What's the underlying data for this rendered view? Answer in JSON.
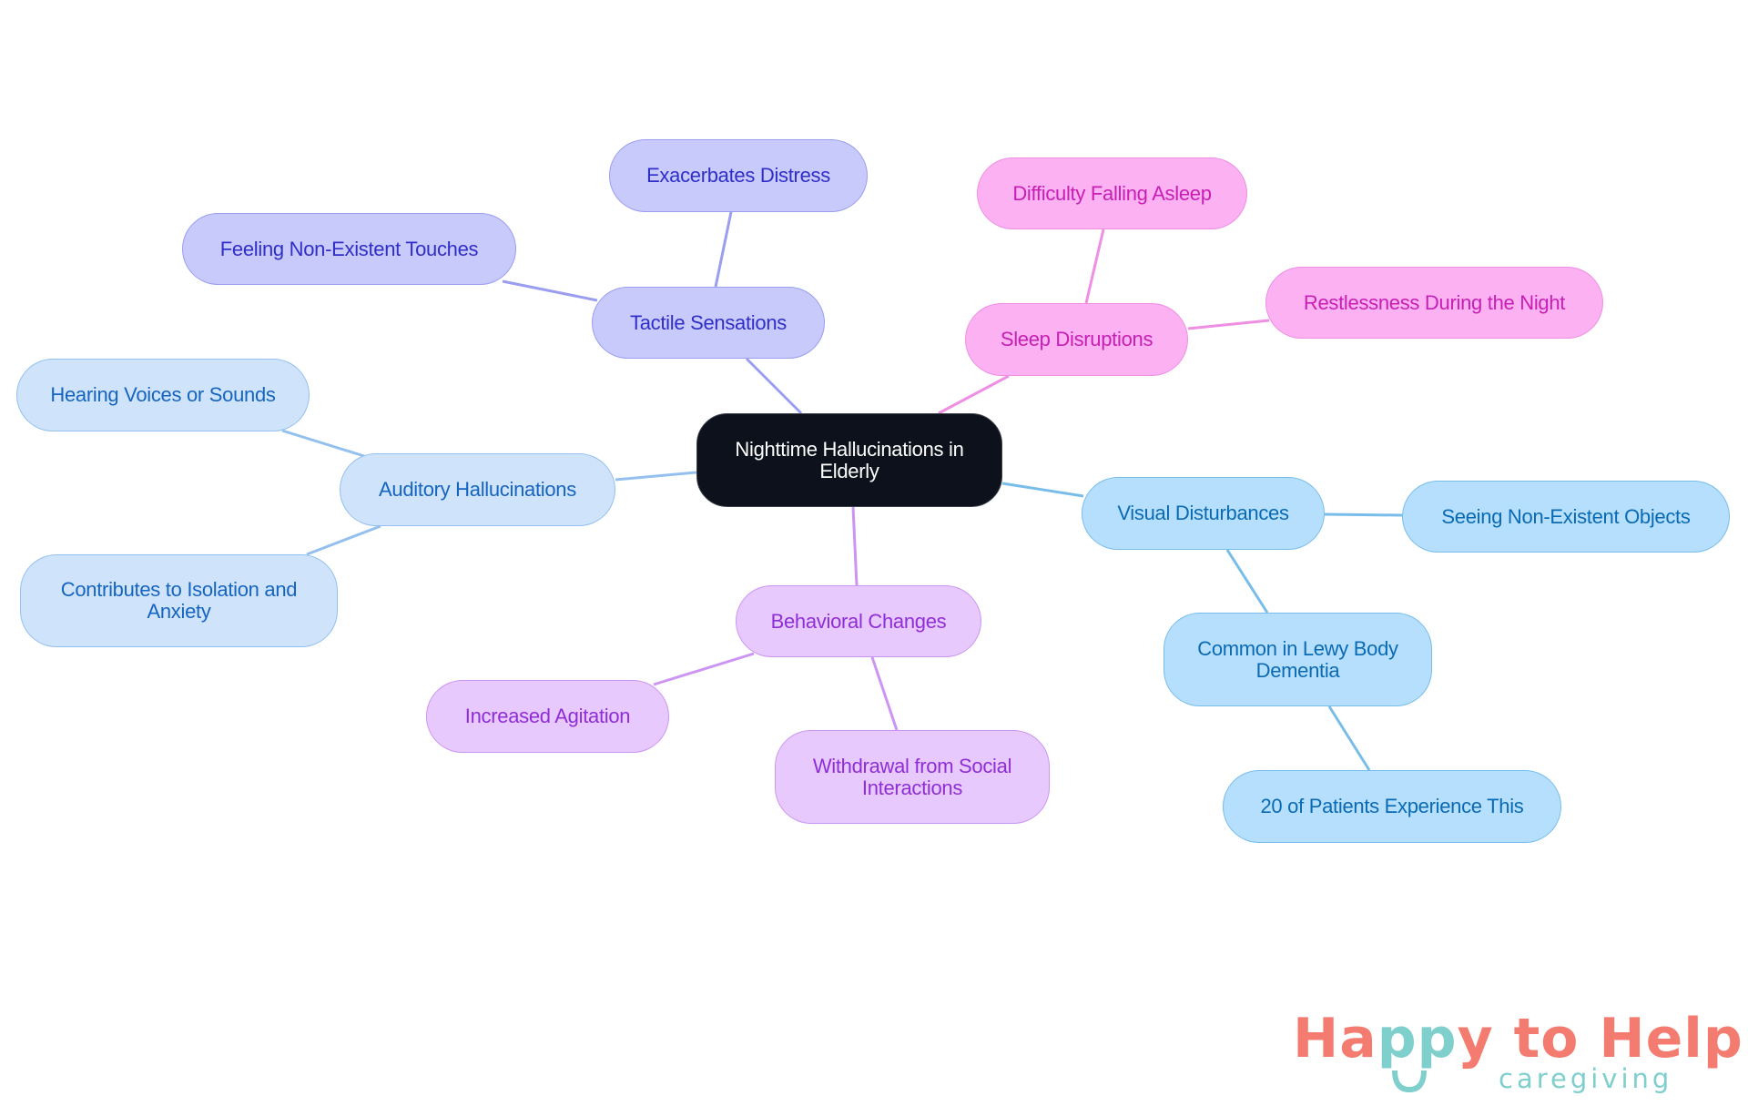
{
  "diagram": {
    "type": "mindmap",
    "root": {
      "label": "Nighttime Hallucinations in Elderly"
    },
    "branches": [
      {
        "id": "tactile",
        "label": "Tactile Sensations",
        "color": "#c8cafc",
        "text_color": "#2f2fc8",
        "children": [
          "Exacerbates Distress",
          "Feeling Non-Existent Touches"
        ]
      },
      {
        "id": "sleep",
        "label": "Sleep Disruptions",
        "color": "#fbb1f2",
        "text_color": "#c71fb4",
        "children": [
          "Difficulty Falling Asleep",
          "Restlessness During the Night"
        ]
      },
      {
        "id": "auditory",
        "label": "Auditory Hallucinations",
        "color": "#cfe3fb",
        "text_color": "#1565c0",
        "children": [
          "Hearing Voices or Sounds",
          "Contributes to Isolation and Anxiety"
        ]
      },
      {
        "id": "behavioral",
        "label": "Behavioral Changes",
        "color": "#e8c9fd",
        "text_color": "#8e2ed6",
        "children": [
          "Increased Agitation",
          "Withdrawal from Social Interactions"
        ]
      },
      {
        "id": "visual",
        "label": "Visual Disturbances",
        "color": "#b5dffd",
        "text_color": "#0a6ab3",
        "children": [
          "Seeing Non-Existent Objects",
          "Common in Lewy Body Dementia"
        ],
        "grandchildren": {
          "Common in Lewy Body Dementia": [
            "20 of Patients Experience This"
          ]
        }
      }
    ]
  },
  "nodes": {
    "root_l1": "Nighttime Hallucinations in",
    "root_l2": "Elderly",
    "tactile": "Tactile Sensations",
    "exacerbates": "Exacerbates Distress",
    "feeling": "Feeling Non-Existent Touches",
    "sleep": "Sleep Disruptions",
    "difficulty": "Difficulty Falling Asleep",
    "restlessness": "Restlessness During the Night",
    "auditory": "Auditory Hallucinations",
    "hearing": "Hearing Voices or Sounds",
    "contributes_l1": "Contributes to Isolation and",
    "contributes_l2": "Anxiety",
    "behavioral": "Behavioral Changes",
    "agitation": "Increased Agitation",
    "withdrawal_l1": "Withdrawal from Social",
    "withdrawal_l2": "Interactions",
    "visual": "Visual Disturbances",
    "seeing": "Seeing Non-Existent Objects",
    "common_l1": "Common in Lewy Body",
    "common_l2": "Dementia",
    "twenty": "20 of Patients Experience This"
  },
  "logo": {
    "brand_a": "Ha",
    "brand_pp": "pp",
    "brand_b": "y to Help",
    "tagline": "caregiving",
    "primary_color": "#f47b6f",
    "secondary_color": "#7fcfcd"
  },
  "edge_colors": {
    "tactile": "#9a9df0",
    "sleep": "#ef8fe3",
    "auditory": "#94c0ef",
    "behavioral": "#cc95f4",
    "visual": "#78bdea"
  }
}
